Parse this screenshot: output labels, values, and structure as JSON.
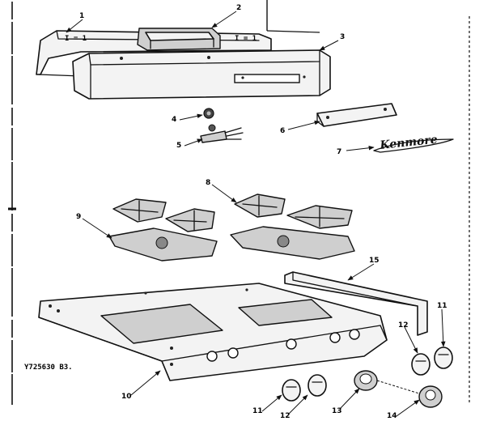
{
  "figure_code": "Y725630 B3.",
  "brand_mark": "Kenmore",
  "callouts": {
    "c1": "1",
    "c2": "2",
    "c3": "3",
    "c4": "4",
    "c5": "5",
    "c6": "6",
    "c7": "7",
    "c8": "8",
    "c9": "9",
    "c10": "10",
    "c11a": "11",
    "c11b": "11",
    "c12a": "12",
    "c12b": "12",
    "c13": "13",
    "c14": "14",
    "c15": "15"
  }
}
